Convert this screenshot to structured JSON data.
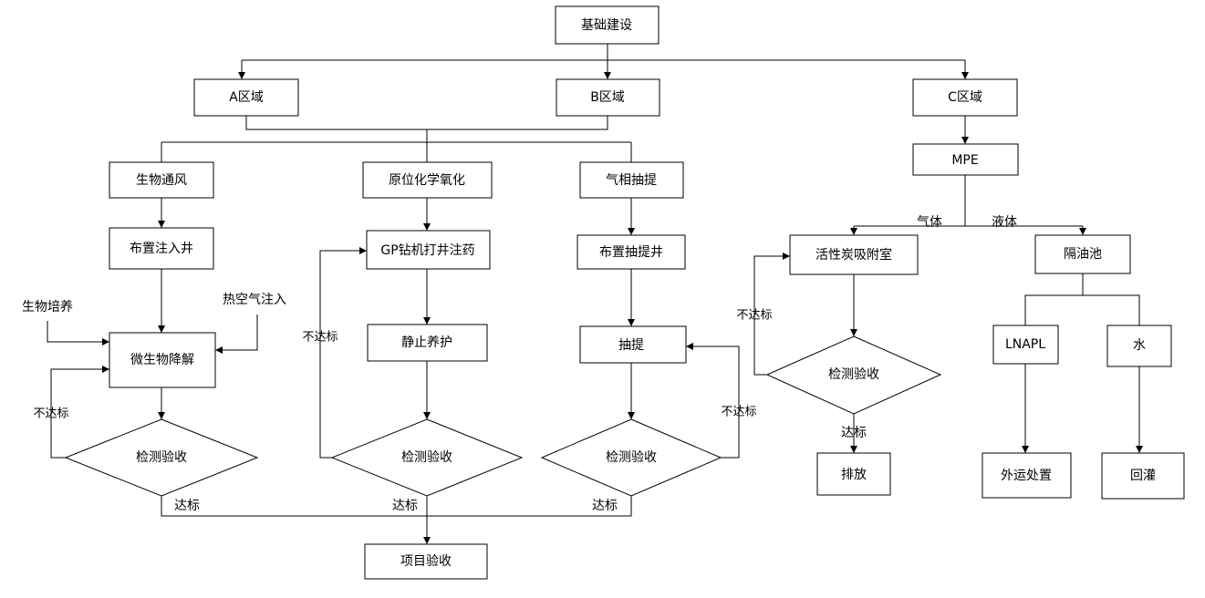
{
  "nodes": {
    "n1": "基础建设",
    "n2": "A区域",
    "n3": "B区域",
    "n4": "C区域",
    "n5": "生物通风",
    "n6": "原位化学氧化",
    "n7": "气相抽提",
    "n8": "布置注入井",
    "n9": "GP钻机打井注药",
    "n10": "布置抽提井",
    "n11": "生物培养",
    "n12": "热空气注入",
    "n13": "微生物降解",
    "n14": "静止养护",
    "n15": "抽提",
    "n16": "检测验收",
    "n17": "检测验收",
    "n18": "检测验收",
    "n19": "项目验收",
    "n20": "MPE",
    "n21": "活性炭吸附室",
    "n22": "隔油池",
    "n23": "检测验收",
    "n24": "排放",
    "n25": "LNAPL",
    "n26": "水",
    "n27": "外运处置",
    "n28": "回灌"
  },
  "edge_labels": {
    "e1": "不达标",
    "e2": "不达标",
    "e3": "不达标",
    "e4": "不达标",
    "e5": "达标",
    "e6": "达标",
    "e7": "达标",
    "e8": "达标",
    "e9": "气体",
    "e10": "液体"
  }
}
